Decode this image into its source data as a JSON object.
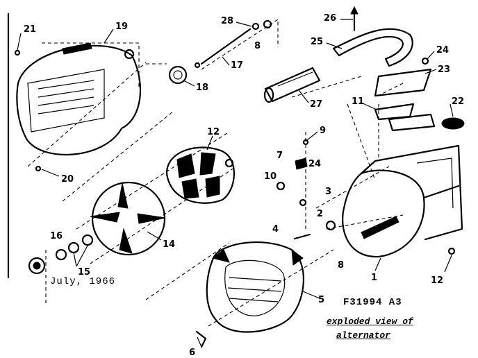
{
  "diagram": {
    "date": "July, 1966",
    "drawing_number": "F31994 A3",
    "title_line_1": "exploded view of",
    "title_line_2": "alternator",
    "callouts": [
      "21",
      "19",
      "28",
      "8",
      "26",
      "25",
      "24",
      "23",
      "17",
      "18",
      "27",
      "11",
      "22",
      "20",
      "12",
      "9",
      "7",
      "24",
      "10",
      "3",
      "2",
      "16",
      "14",
      "4",
      "8",
      "1",
      "15",
      "12",
      "5",
      "6"
    ]
  }
}
